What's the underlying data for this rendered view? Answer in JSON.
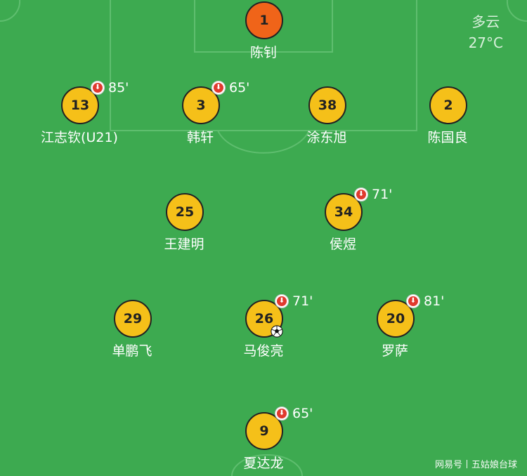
{
  "weather": {
    "condition": "多云",
    "temperature": "27°C"
  },
  "watermark": {
    "source": "网易号",
    "author": "五姑娘台球"
  },
  "colors": {
    "pitch": "#3daa50",
    "outfield_kit": "#f5c019",
    "goalkeeper_kit": "#f06419",
    "sub_indicator": "#e03a2e"
  },
  "players": [
    {
      "number": "1",
      "name": "陈钊",
      "role": "goalkeeper",
      "sub_minute": null
    },
    {
      "number": "13",
      "name": "江志钦(U21)",
      "role": "defender",
      "sub_minute": "85'"
    },
    {
      "number": "3",
      "name": "韩轩",
      "role": "defender",
      "sub_minute": "65'"
    },
    {
      "number": "38",
      "name": "涂东旭",
      "role": "defender",
      "sub_minute": null
    },
    {
      "number": "2",
      "name": "陈国良",
      "role": "defender",
      "sub_minute": null
    },
    {
      "number": "25",
      "name": "王建明",
      "role": "midfielder",
      "sub_minute": null
    },
    {
      "number": "34",
      "name": "侯煜",
      "role": "midfielder",
      "sub_minute": "71'"
    },
    {
      "number": "29",
      "name": "单鹏飞",
      "role": "midfielder",
      "sub_minute": null
    },
    {
      "number": "26",
      "name": "马俊亮",
      "role": "midfielder",
      "sub_minute": "71'",
      "scored": true
    },
    {
      "number": "20",
      "name": "罗萨",
      "role": "midfielder",
      "sub_minute": "81'"
    },
    {
      "number": "9",
      "name": "夏达龙",
      "role": "forward",
      "sub_minute": "65'"
    }
  ]
}
